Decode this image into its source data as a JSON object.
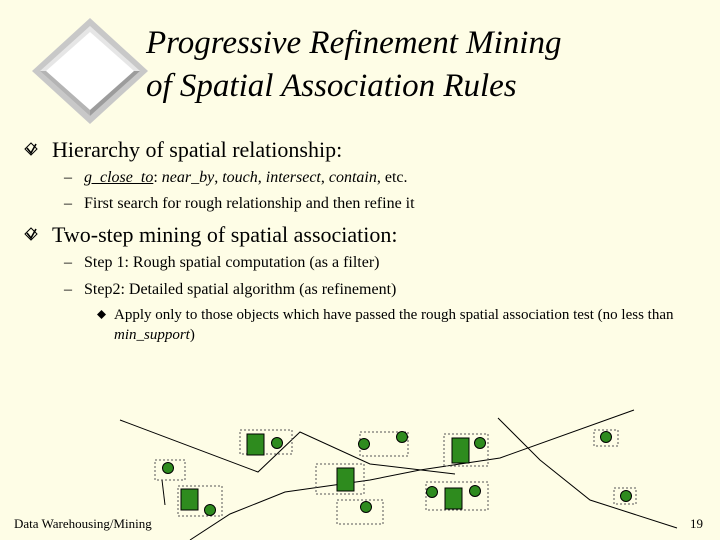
{
  "title": {
    "line1": "Progressive Refinement Mining",
    "line2": "of Spatial Association Rules"
  },
  "bullets": [
    {
      "text": "Hierarchy of spatial relationship:",
      "subs": [
        {
          "parts": [
            {
              "t": "g_close_to",
              "style": "italic-underline"
            },
            {
              "t": ": ",
              "style": "normal"
            },
            {
              "t": "near_by",
              "style": "italic"
            },
            {
              "t": ", ",
              "style": "normal"
            },
            {
              "t": "touch",
              "style": "italic"
            },
            {
              "t": ", ",
              "style": "normal"
            },
            {
              "t": "intersect",
              "style": "italic"
            },
            {
              "t": ", ",
              "style": "normal"
            },
            {
              "t": "contain",
              "style": "italic"
            },
            {
              "t": ", etc.",
              "style": "normal"
            }
          ]
        },
        {
          "text": "First search for rough relationship and then refine it"
        }
      ]
    },
    {
      "text": "Two-step mining of spatial association:",
      "subs": [
        {
          "text": "Step 1: Rough spatial computation (as a filter)"
        },
        {
          "text": "Step2: Detailed spatial algorithm (as refinement)"
        }
      ],
      "subsub": {
        "text_before": "Apply only to those objects which have passed the rough spatial association test (no less than ",
        "text_italic": "min_support",
        "text_after": ")"
      }
    }
  ],
  "footer": {
    "left": "Data Warehousing/Mining",
    "page": "19"
  },
  "colors": {
    "background": "#fefde6",
    "object_green": "#2e8b1e",
    "bullet": "#000000"
  },
  "icons": {
    "title_logo": "diamond-logo-icon",
    "bullet_l1": "diamond-check-bullet-icon",
    "bullet_l3": "square-bullet-icon"
  }
}
